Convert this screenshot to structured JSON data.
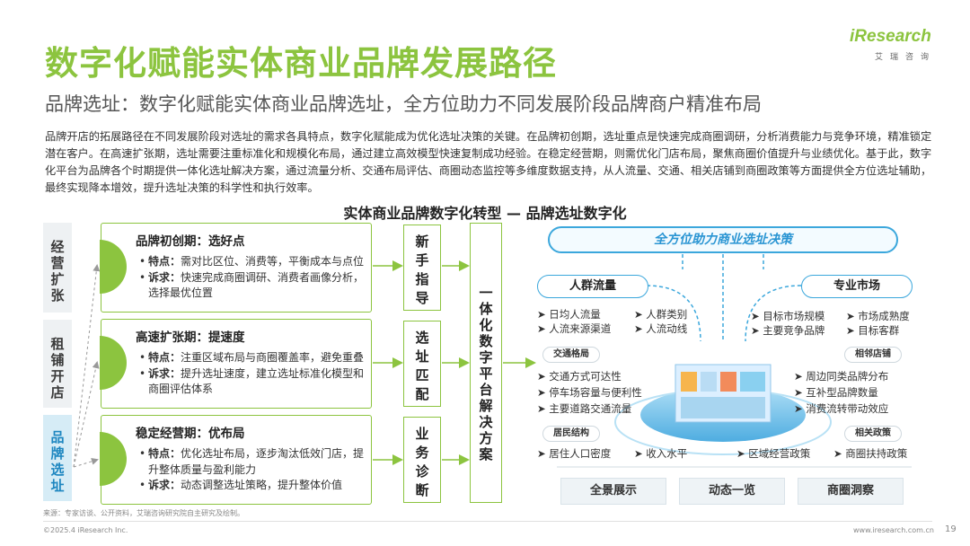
{
  "header": {
    "title": "数字化赋能实体商业品牌发展路径",
    "subtitle": "品牌选址：数字化赋能实体商业品牌选址，全方位助力不同发展阶段品牌商户精准布局",
    "paragraph": "品牌开店的拓展路径在不同发展阶段对选址的需求各具特点，数字化赋能成为优化选址决策的关键。在品牌初创期，选址重点是快速完成商圈调研，分析消费能力与竞争环境，精准锁定潜在客户。在高速扩张期，选址需要注重标准化和规模化布局，通过建立高效模型快速复制成功经验。在稳定经营期，则需优化门店布局，聚焦商圈价值提升与业绩优化。基于此，数字化平台为品牌各个时期提供一体化选址解决方案，通过流量分析、交通布局评估、商圈动态监控等多维度数据支持，从人流量、交通、相关店铺到商圈政策等方面提供全方位选址辅助，最终实现降本增效，提升选址决策的科学性和执行效率。"
  },
  "logo": {
    "word": "iResearch",
    "cn": "艾瑞咨询"
  },
  "diagram": {
    "title": "实体商业品牌数字化转型 — 品牌选址数字化",
    "stages": [
      "经营扩张",
      "租铺开店",
      "品牌选址"
    ],
    "phases": [
      {
        "head": "品牌初创期：选好点",
        "feature_label": "特点：",
        "feature": "需对比区位、消费等，平衡成本与点位",
        "need_label": "诉求：",
        "need": "快速完成商圈调研、消费者画像分析，选择最优位置"
      },
      {
        "head": "高速扩张期：提速度",
        "feature_label": "特点：",
        "feature": "注重区域布局与商圈覆盖率，避免重叠",
        "need_label": "诉求：",
        "need": "提升选址速度，建立选址标准化模型和商圈评估体系"
      },
      {
        "head": "稳定经营期：优布局",
        "feature_label": "特点：",
        "feature": "优化选址布局，逐步淘汰低效门店，提升整体质量与盈利能力",
        "need_label": "诉求：",
        "need": "动态调整选址策略，提升整体价值"
      }
    ],
    "mid_boxes": [
      "新手指导",
      "选址匹配",
      "业务诊断"
    ],
    "side_box": "一体化数字平台解决方案",
    "right": {
      "top": "全方位助力商业选址决策",
      "cat_left": "人群流量",
      "cat_right": "专业市场",
      "left_items": [
        "日均人流量",
        "人群类别",
        "人流来源渠道",
        "人流动线"
      ],
      "right_items": [
        "目标市场规模",
        "市场成熟度",
        "主要竞争品牌",
        "目标客群"
      ],
      "tag_traffic": "交通格局",
      "traffic_items": [
        "交通方式可达性",
        "停车场容量与便利性",
        "主要道路交通流量"
      ],
      "tag_neighbor": "相邻店铺",
      "neighbor_items": [
        "周边同类品牌分布",
        "互补型品牌数量",
        "消费流转带动效应"
      ],
      "tag_resident": "居民结构",
      "resident_items": [
        "居住人口密度",
        "收入水平"
      ],
      "tag_policy": "相关政策",
      "policy_items": [
        "区域经营政策",
        "商圈扶持政策"
      ],
      "bottom_tabs": [
        "全景展示",
        "动态一览",
        "商圈洞察"
      ]
    }
  },
  "footer": {
    "source": "来源：专家访谈、公开资料，艾瑞咨询研究院自主研究及绘制。",
    "copyright": "©2025.4 iResearch Inc.",
    "site": "www.iresearch.com.cn",
    "page": "19"
  },
  "colors": {
    "brand_green": "#8cc43f",
    "accent_blue": "#3ba7dc"
  }
}
